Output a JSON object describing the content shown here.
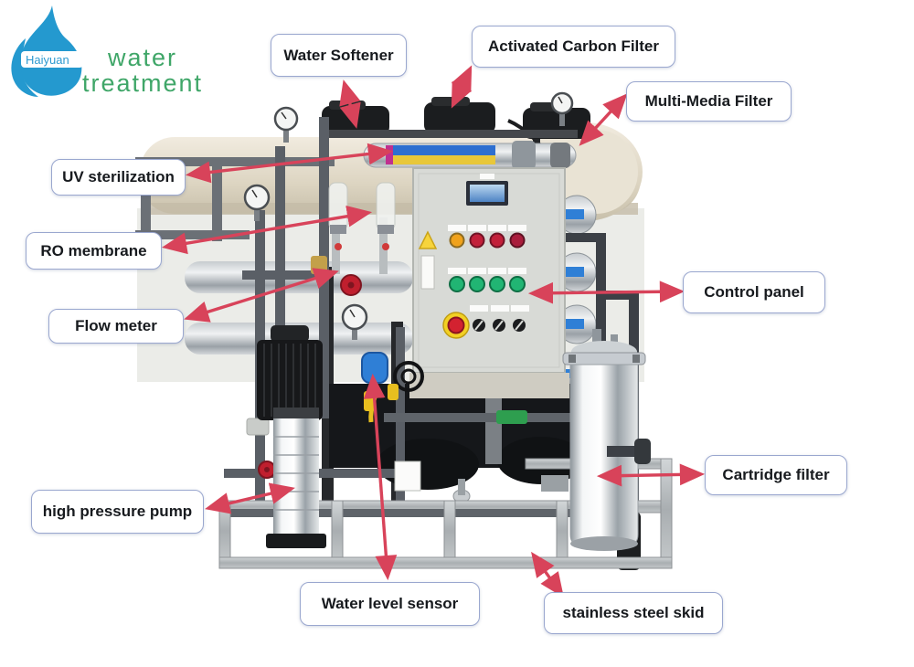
{
  "logo": {
    "company": "Haiyuan",
    "tagline_line1": "water",
    "tagline_line2": "treatment",
    "drop_color": "#2499cf",
    "company_text_color": "#2d9ad0",
    "tagline_text_color": "#3fa668"
  },
  "annotations": [
    {
      "id": "water-softener",
      "text": "Water Softener"
    },
    {
      "id": "activated-carbon-filter",
      "text": "Activated Carbon Filter"
    },
    {
      "id": "multi-media-filter",
      "text": "Multi-Media Filter"
    },
    {
      "id": "uv-sterilization",
      "text": "UV sterilization"
    },
    {
      "id": "ro-membrane",
      "text": "RO membrane"
    },
    {
      "id": "flow-meter",
      "text": "Flow meter"
    },
    {
      "id": "control-panel",
      "text": "Control panel"
    },
    {
      "id": "cartridge-filter",
      "text": "Cartridge filter"
    },
    {
      "id": "high-pressure-pump",
      "text": "high pressure pump"
    },
    {
      "id": "water-level-sensor",
      "text": "Water level sensor"
    },
    {
      "id": "stainless-steel-skid",
      "text": "stainless steel skid"
    }
  ],
  "colors": {
    "arrow": "#d8435a",
    "label_border": "#9aa7cf",
    "label_text": "#171a1e",
    "panel_body": "#d8dad6",
    "tank_beige": "#e3ddcd",
    "stainless": "#b4b8bb",
    "green_button": "#21b573",
    "red_light": "#c2203a",
    "amber_light": "#f0a21c",
    "estop_yellow": "#f2d024",
    "float_blue": "#2f7fd6",
    "cable_yellow": "#e8bf1f",
    "hmi_screen_blue": "#4d83c4"
  }
}
